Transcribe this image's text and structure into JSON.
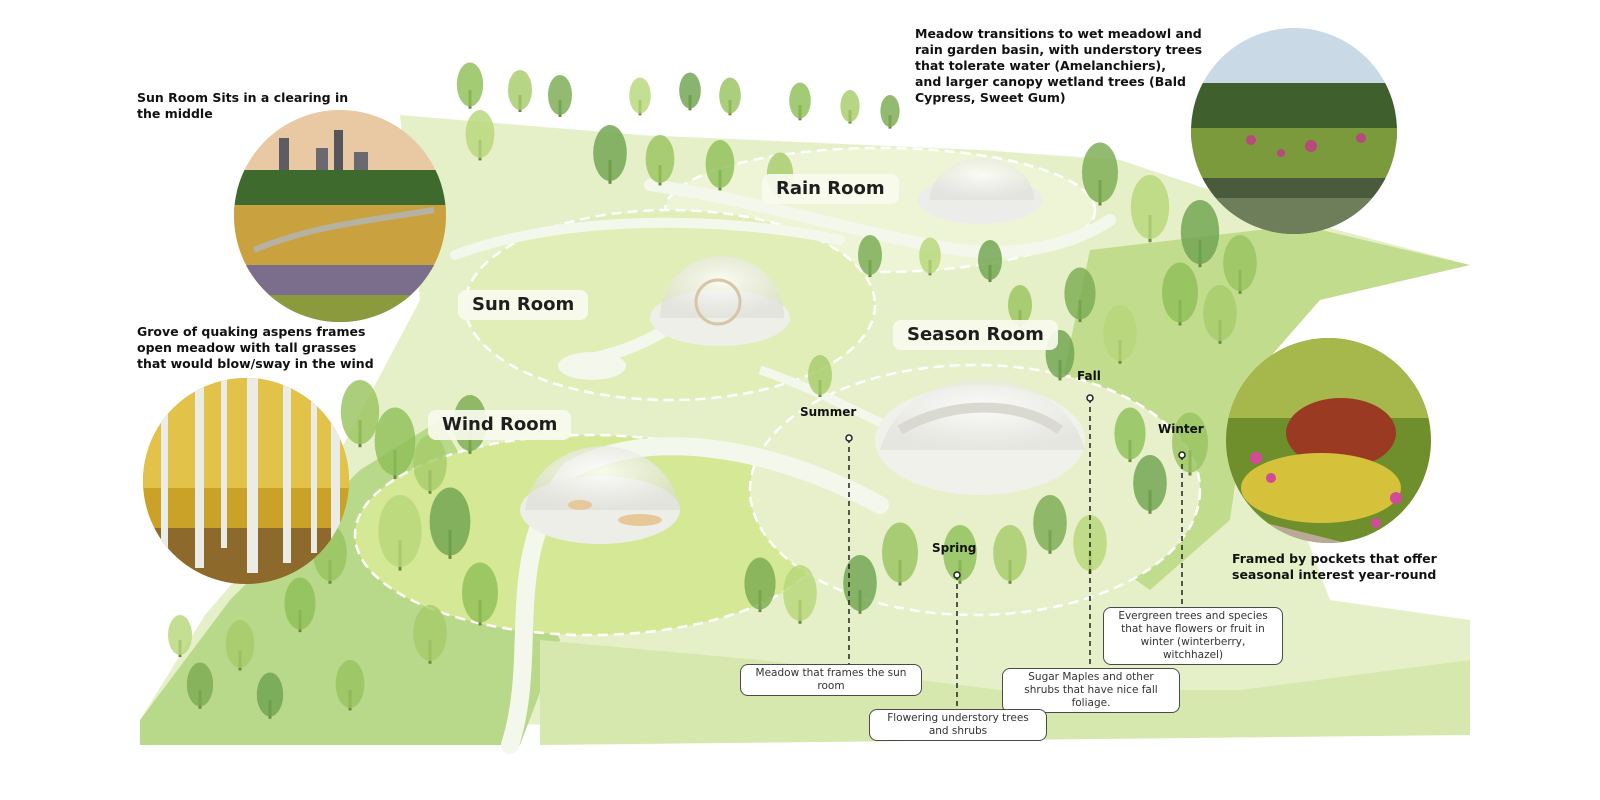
{
  "captions": {
    "sun_room": "Sun Room Sits in a clearing in\nthe middle",
    "aspens": "Grove of quaking aspens frames\nopen meadow with tall grasses\nthat would blow/sway in the wind",
    "meadow": "Meadow transitions to wet meadowl and\nrain garden basin, with understory trees\nthat tolerate water (Amelanchiers),\nand larger canopy wetland trees (Bald\nCypress, Sweet Gum)",
    "pockets": "Framed by pockets that offer\nseasonal interest year-round"
  },
  "rooms": {
    "rain": "Rain Room",
    "sun": "Sun Room",
    "season": "Season Room",
    "wind": "Wind Room"
  },
  "seasons": {
    "summer": "Summer",
    "fall": "Fall",
    "winter": "Winter",
    "spring": "Spring"
  },
  "callouts": {
    "summer": "Meadow that frames the sun room",
    "fall": "Sugar Maples and other shrubs that have nice fall foliage.",
    "winter": "Evergreen trees and species that have flowers or fruit in winter (winterberry, witchhazel)",
    "spring": "Flowering understory trees and shrubs"
  },
  "photos": {
    "city_meadow": "city-meadow-photo",
    "aspen_grove": "aspen-grove-photo",
    "wetland": "wetland-photo",
    "garden": "seasonal-garden-photo"
  },
  "colors": {
    "meadow_light": "#e4efc4",
    "meadow_mid": "#c9e08f",
    "tree_green": "#8fbf58",
    "path": "#f4f7ec"
  }
}
